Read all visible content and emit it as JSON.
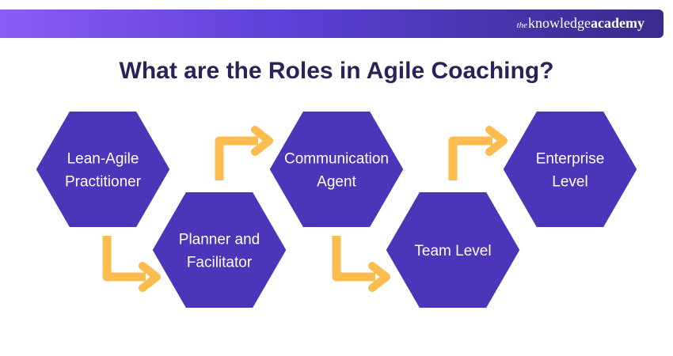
{
  "brand": {
    "logo_the": "the",
    "logo_knowledge": "knowledge",
    "logo_academy": "academy"
  },
  "title": "What are the Roles in Agile Coaching?",
  "colors": {
    "hexagon": "#4c35b8",
    "arrow": "#fdbc4f",
    "title": "#2a2358",
    "banner_start": "#8a5cf6",
    "banner_end": "#3a2b8c"
  },
  "roles": [
    {
      "line1": "Lean-Agile",
      "line2": "Practitioner"
    },
    {
      "line1": "Planner and",
      "line2": "Facilitator"
    },
    {
      "line1": "Communication",
      "line2": "Agent"
    },
    {
      "line1": "Team Level",
      "line2": ""
    },
    {
      "line1": "Enterprise",
      "line2": "Level"
    }
  ]
}
